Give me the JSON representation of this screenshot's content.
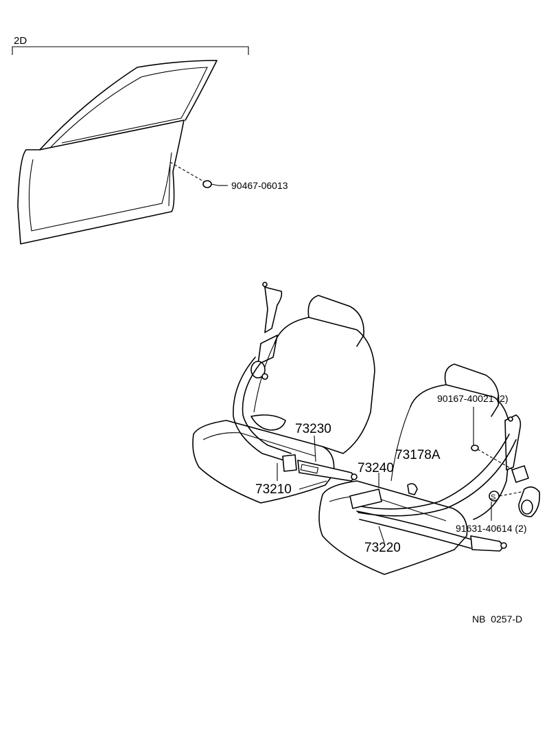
{
  "section_label": "2D",
  "parts": {
    "bolt_door": "90467-06013",
    "rear_retractor": "73210",
    "rear_buckle": "73230",
    "front_retractor": "73220",
    "front_buckle": "73240",
    "cover": "73178A",
    "bolt_upper": "90167-40021 (2)",
    "bolt_lower": "91631-40614 (2)",
    "standard_mark": "S"
  },
  "diagram_code": "NB  0257-D"
}
